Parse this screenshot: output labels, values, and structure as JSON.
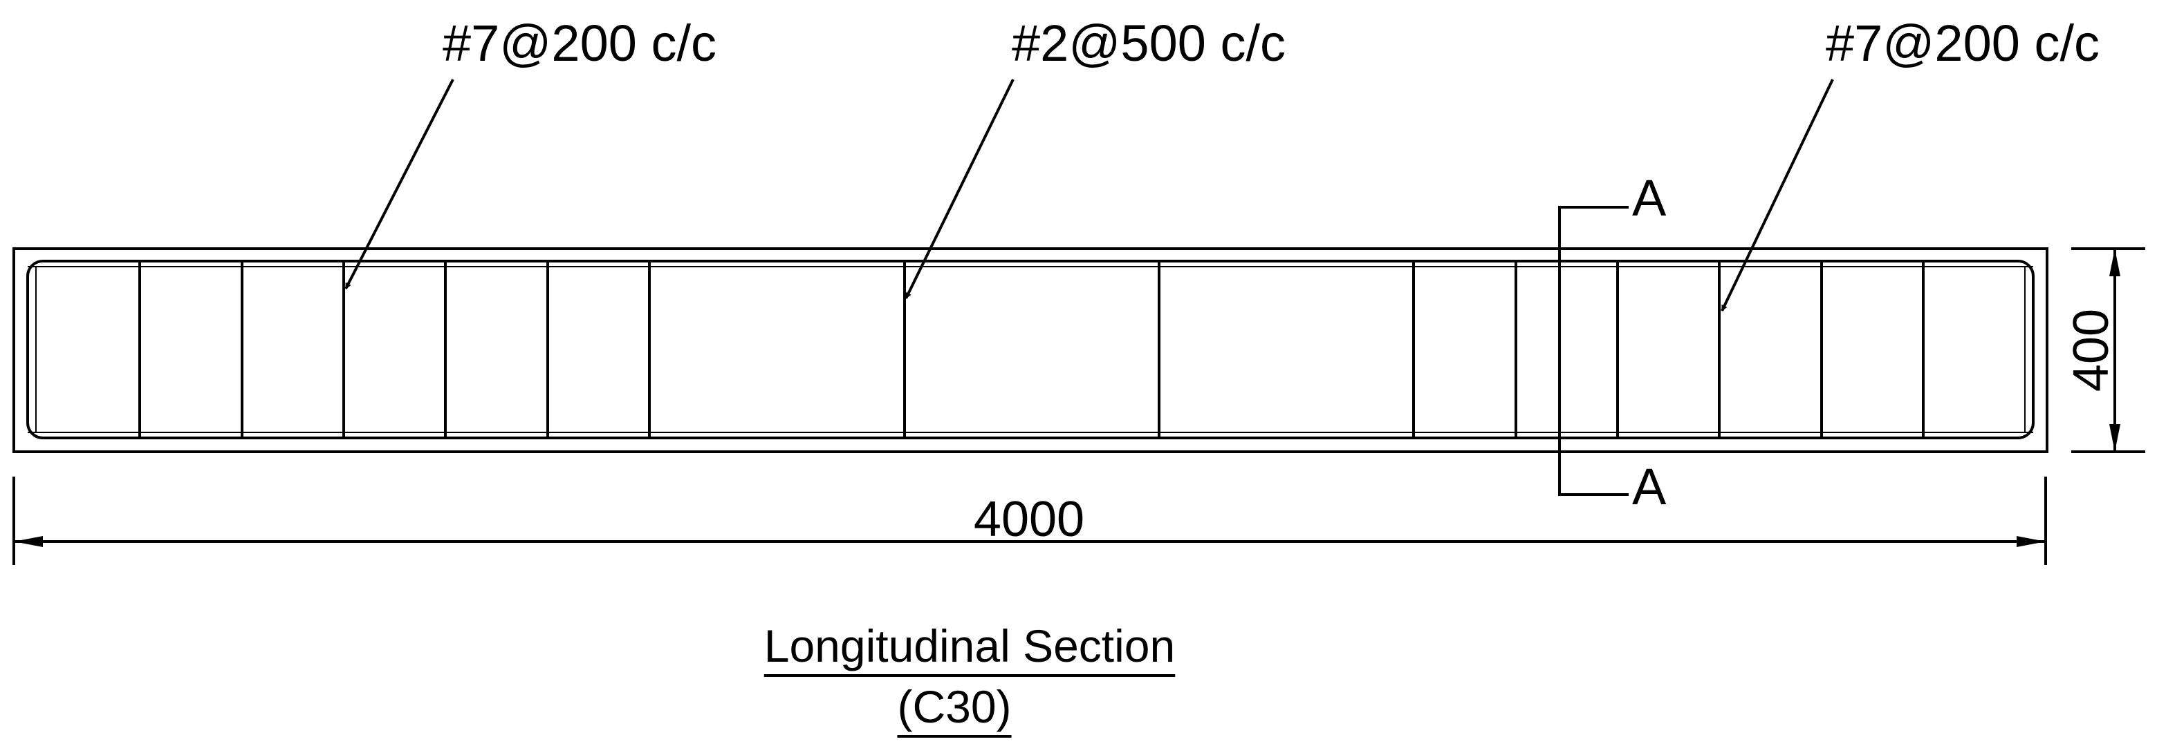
{
  "annotations": {
    "left_stirrups": "#7@200 c/c",
    "middle_stirrups": "#2@500 c/c",
    "right_stirrups": "#7@200 c/c"
  },
  "section_marks": {
    "top": "A",
    "bottom": "A"
  },
  "dimensions": {
    "length": "4000",
    "height": "400"
  },
  "caption": {
    "title": "Longitudinal Section",
    "subtitle": "(C30)"
  },
  "colors": {
    "line": "#000000",
    "background": "#ffffff"
  }
}
